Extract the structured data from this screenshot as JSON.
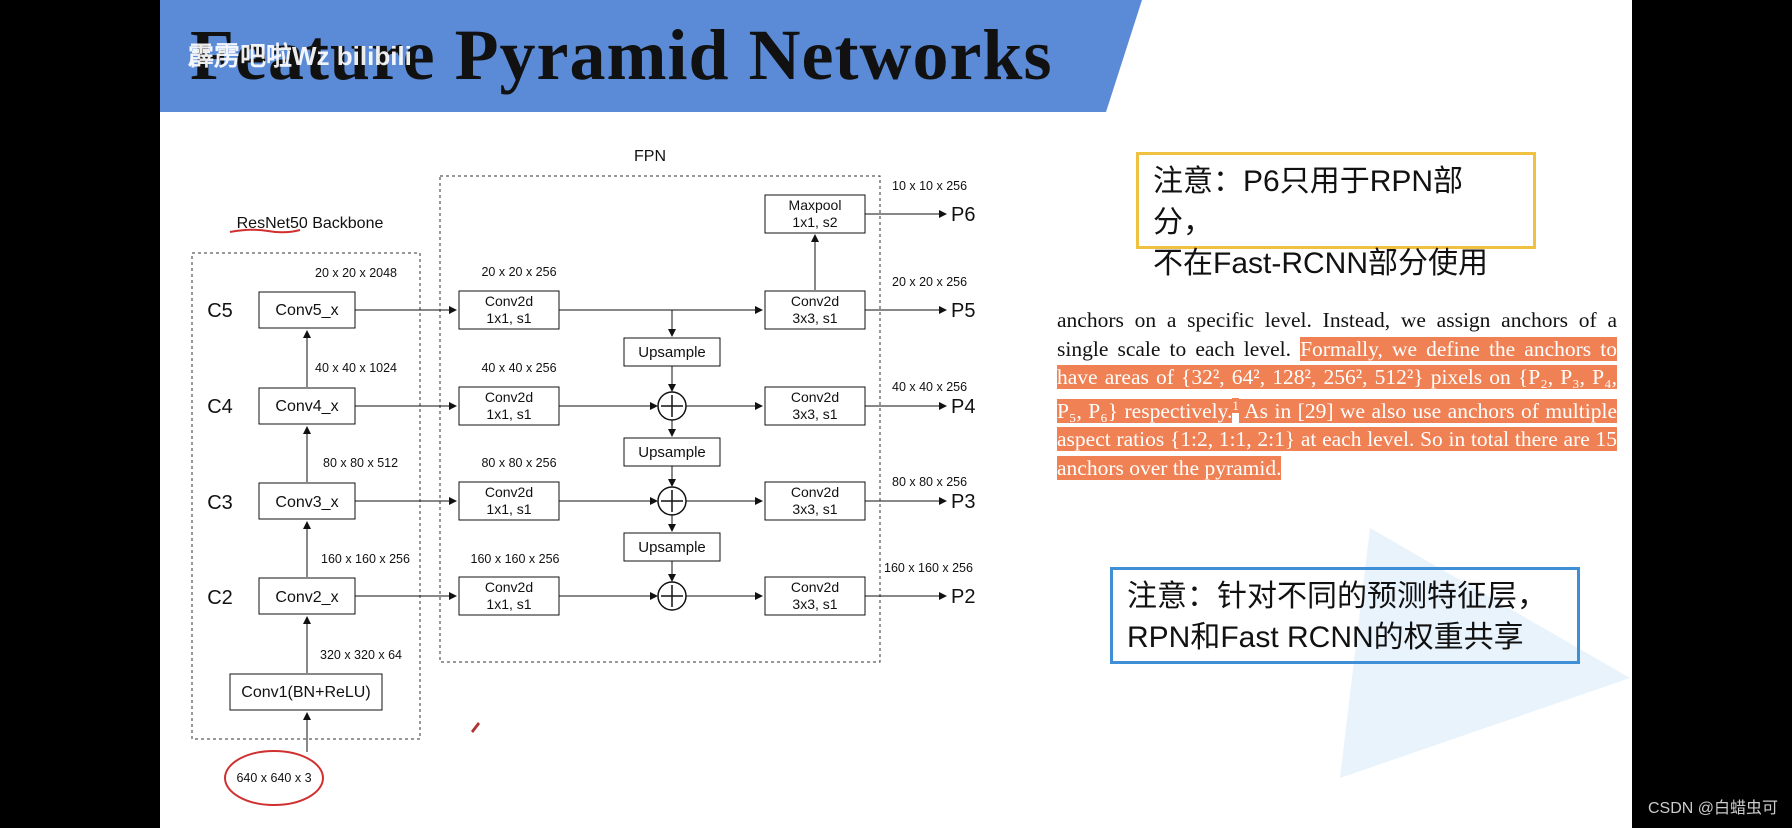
{
  "slide": {
    "title": "Feature Pyramid Networks",
    "watermark": "霹雳吧啦Wz bilibili",
    "banner_color": "#5b8bd6"
  },
  "diagram": {
    "fpn_label": "FPN",
    "backbone_label": "ResNet50 Backbone",
    "input_label": "640 x 640 x 3",
    "conv1_label": "Conv1(BN+ReLU)",
    "backbone_stages": [
      {
        "stage": "C5",
        "block": "Conv5_x",
        "shape": "20 x 20 x 2048"
      },
      {
        "stage": "C4",
        "block": "Conv4_x",
        "shape": "40 x 40 x 1024"
      },
      {
        "stage": "C3",
        "block": "Conv3_x",
        "shape": "80 x 80 x 512"
      },
      {
        "stage": "C2",
        "block": "Conv2_x",
        "shape": "160 x 160 x 256"
      }
    ],
    "conv1_shape": "320 x 320 x 64",
    "lateral_convs": [
      {
        "line1": "Conv2d",
        "line2": "1x1, s1",
        "shape": "20 x 20 x 256"
      },
      {
        "line1": "Conv2d",
        "line2": "1x1, s1",
        "shape": "40 x 40 x 256"
      },
      {
        "line1": "Conv2d",
        "line2": "1x1, s1",
        "shape": "80 x 80 x 256"
      },
      {
        "line1": "Conv2d",
        "line2": "1x1, s1",
        "shape": "160 x 160 x 256"
      }
    ],
    "upsample_label": "Upsample",
    "output_convs": [
      {
        "line1": "Conv2d",
        "line2": "3x3, s1",
        "out": "P5",
        "shape": "20 x 20 x 256"
      },
      {
        "line1": "Conv2d",
        "line2": "3x3, s1",
        "out": "P4",
        "shape": "40 x 40 x 256"
      },
      {
        "line1": "Conv2d",
        "line2": "3x3, s1",
        "out": "P3",
        "shape": "80 x 80 x 256"
      },
      {
        "line1": "Conv2d",
        "line2": "3x3, s1",
        "out": "P2",
        "shape": "160 x 160 x 256"
      }
    ],
    "maxpool": {
      "line1": "Maxpool",
      "line2": "1x1, s2",
      "out": "P6",
      "shape": "10 x 10 x 256"
    },
    "annotation_color": "#d03030"
  },
  "notes": {
    "top_line1": "注意：P6只用于RPN部分，",
    "top_line2": "不在Fast-RCNN部分使用",
    "bottom_line1": "注意：针对不同的预测特征层，",
    "bottom_line2": "RPN和Fast RCNN的权重共享"
  },
  "paper": {
    "plain": "anchors on a specific level. Instead, we assign anchors of a single scale to each level. ",
    "highlighted_1": "Formally, we define the anchors to have areas of {32², 64², 128², 256², 512²} pixels on {P₂, P₃, P₄, P₅, P₆} respectively.",
    "footnote": "1",
    "highlighted_2": " As in [29] we also use anchors of multiple aspect ratios {1:2, 1:1, 2:1} at each level. So in total there are 15 anchors over the pyramid.",
    "highlight_color": "#ef8154"
  },
  "footer": {
    "credit": "CSDN @白蜡虫可"
  }
}
